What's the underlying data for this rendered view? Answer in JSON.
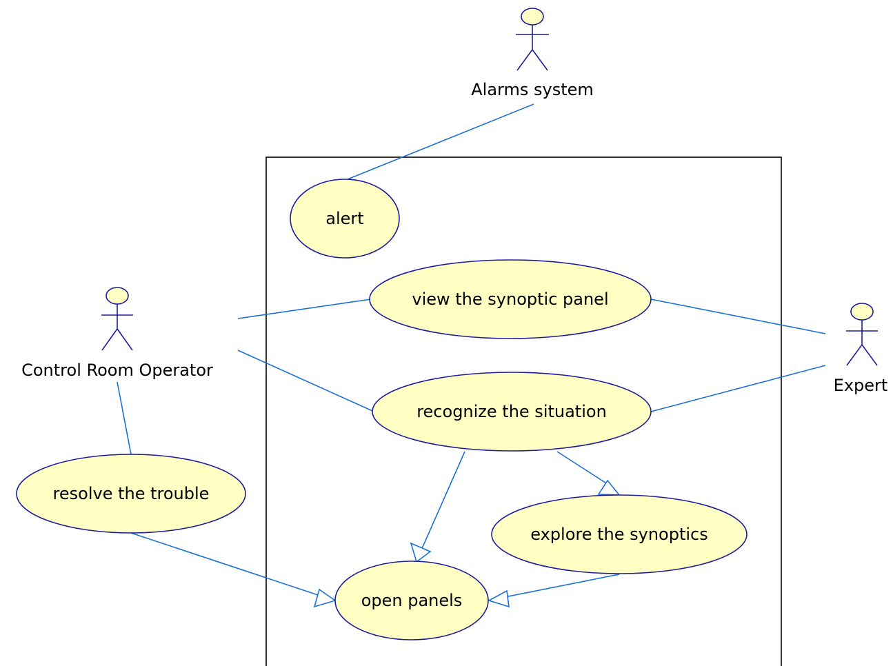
{
  "diagram": {
    "type": "UML use case diagram",
    "colors": {
      "actor_stroke": "#1c1c9c",
      "actor_fill": "#ffffc4",
      "usecase_fill": "#ffffc4",
      "usecase_stroke": "#1c1c9c",
      "line": "#1a6fd6",
      "boundary": "#000000"
    },
    "actors": [
      {
        "id": "alarms",
        "label": "Alarms system"
      },
      {
        "id": "operator",
        "label": "Control Room Operator"
      },
      {
        "id": "expert",
        "label": "Expert"
      }
    ],
    "usecases": [
      {
        "id": "alert",
        "label": "alert"
      },
      {
        "id": "view",
        "label": "view the synoptic panel"
      },
      {
        "id": "recognize",
        "label": "recognize the situation"
      },
      {
        "id": "resolve",
        "label": "resolve the trouble"
      },
      {
        "id": "explore",
        "label": "explore the synoptics"
      },
      {
        "id": "open",
        "label": "open panels"
      }
    ],
    "associations": [
      {
        "from": "alarms",
        "to": "alert"
      },
      {
        "from": "operator",
        "to": "view"
      },
      {
        "from": "operator",
        "to": "recognize"
      },
      {
        "from": "operator",
        "to": "resolve"
      },
      {
        "from": "expert",
        "to": "view"
      },
      {
        "from": "expert",
        "to": "recognize"
      }
    ],
    "generalizations": [
      {
        "from": "recognize",
        "to": "open"
      },
      {
        "from": "recognize",
        "to": "explore"
      },
      {
        "from": "resolve",
        "to": "open"
      },
      {
        "from": "explore",
        "to": "open"
      }
    ]
  }
}
